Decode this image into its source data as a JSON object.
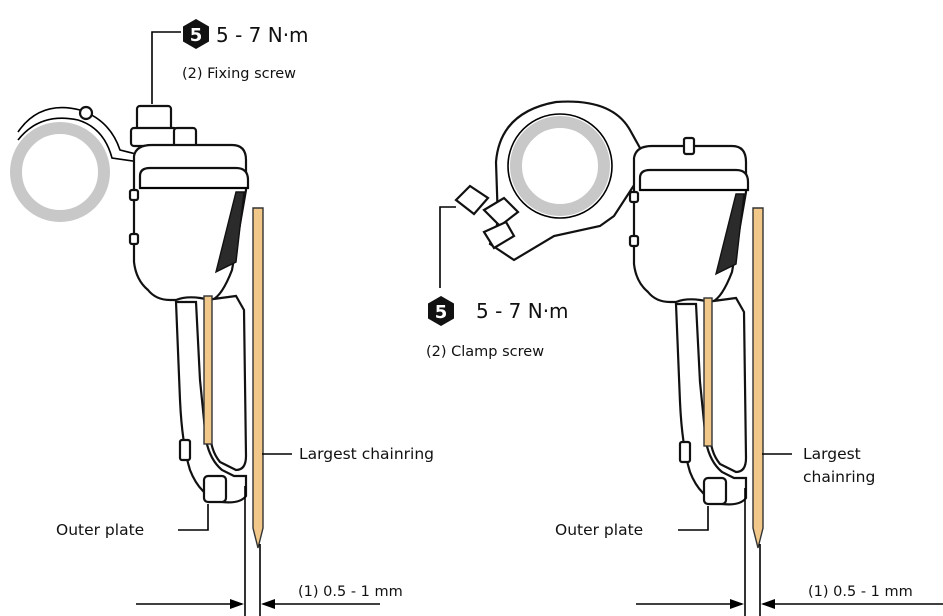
{
  "left_assembly": {
    "torque_badge": "5",
    "torque_value": "5 - 7 N·m",
    "screw_label": "(2)  Fixing screw",
    "chainring_label": "Largest chainring",
    "outer_plate_label": "Outer plate",
    "clearance_label": "(1) 0.5 - 1 mm"
  },
  "right_assembly": {
    "torque_badge": "5",
    "torque_value": "5 - 7 N·m",
    "screw_label": "(2)  Clamp screw",
    "chainring_label_line1": "Largest",
    "chainring_label_line2": "chainring",
    "outer_plate_label": "Outer plate",
    "clearance_label": "(1) 0.5 - 1 mm"
  },
  "colors": {
    "chainring": "#f2c88a",
    "tube": "#c8c8c8",
    "badge": "#111111"
  },
  "icons": {
    "torque_badge": "hexagon-number-icon"
  }
}
